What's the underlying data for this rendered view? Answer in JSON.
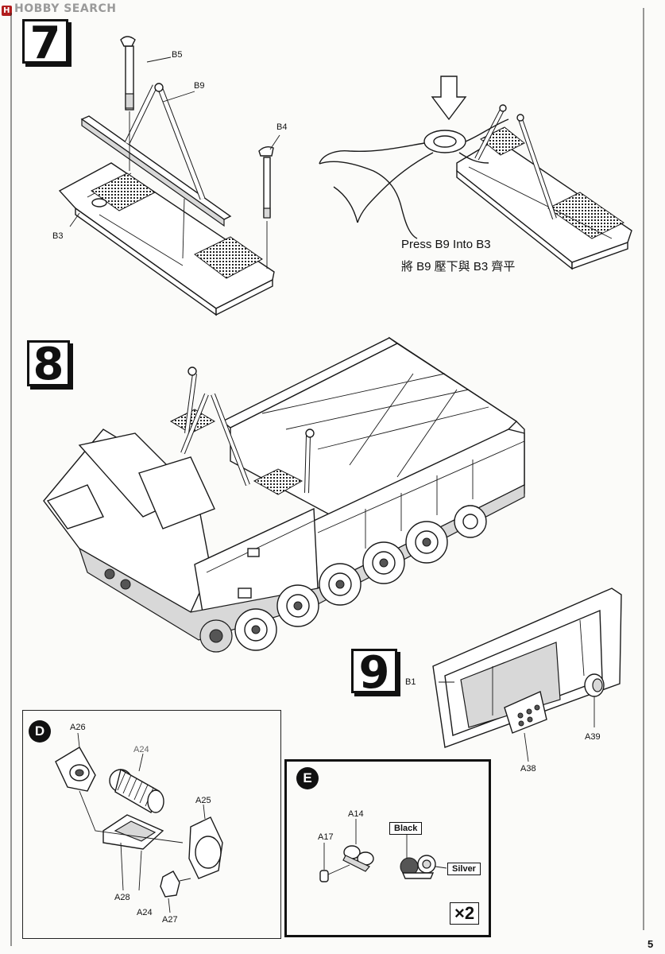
{
  "watermark": "HOBBY SEARCH",
  "page_number": "5",
  "steps": {
    "s7": {
      "number": "7",
      "parts": {
        "b5": "B5",
        "b9": "B9",
        "b4": "B4",
        "b3": "B3"
      },
      "note_en": "Press B9 Into B3",
      "note_zh": "將 B9 壓下與 B3 齊平"
    },
    "s8": {
      "number": "8"
    },
    "s9": {
      "number": "9",
      "parts": {
        "b1": "B1",
        "a38": "A38",
        "a39": "A39"
      }
    }
  },
  "subassembly_d": {
    "badge": "D",
    "parts": {
      "a26": "A26",
      "a24_top": "A24",
      "a25": "A25",
      "a28": "A28",
      "a24": "A24",
      "a27": "A27"
    }
  },
  "subassembly_e": {
    "badge": "E",
    "parts": {
      "a14": "A14",
      "a17": "A17"
    },
    "colors": {
      "black": "Black",
      "silver": "Silver"
    },
    "quantity": "×2"
  },
  "palette": {
    "ink": "#111111",
    "paper": "#fbfbf9",
    "watermark_logo": "#b21d1d"
  }
}
